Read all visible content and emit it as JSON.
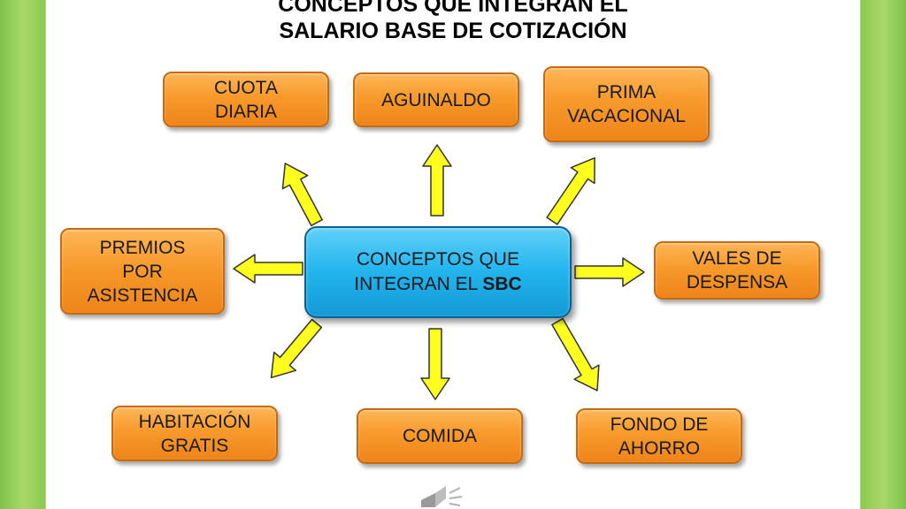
{
  "title": {
    "line1": "CONCEPTOS QUE INTEGRAN EL",
    "line2": "SALARIO BASE DE COTIZACIÓN"
  },
  "center": {
    "line1": "CONCEPTOS QUE",
    "line2_prefix": "INTEGRAN EL ",
    "line2_bold": "SBC"
  },
  "boxes": {
    "cuota_diaria": "CUOTA\nDIARIA",
    "aguinaldo": "AGUINALDO",
    "prima_vacacional": "PRIMA\nVACACIONAL",
    "premios_asistencia": "PREMIOS\nPOR\nASISTENCIA",
    "vales_despensa": "VALES DE\nDESPENSA",
    "habitacion_gratis": "HABITACIÓN\nGRATIS",
    "comida": "COMIDA",
    "fondo_ahorro": "FONDO DE\nAHORRO"
  },
  "colors": {
    "box_fill": "#f79a2c",
    "center_fill": "#22b4ee",
    "arrow_fill": "#ffff1f",
    "side_band": "#8cc850"
  },
  "icons": {
    "arrows": "block-arrow",
    "logo": "speaker-icon"
  }
}
